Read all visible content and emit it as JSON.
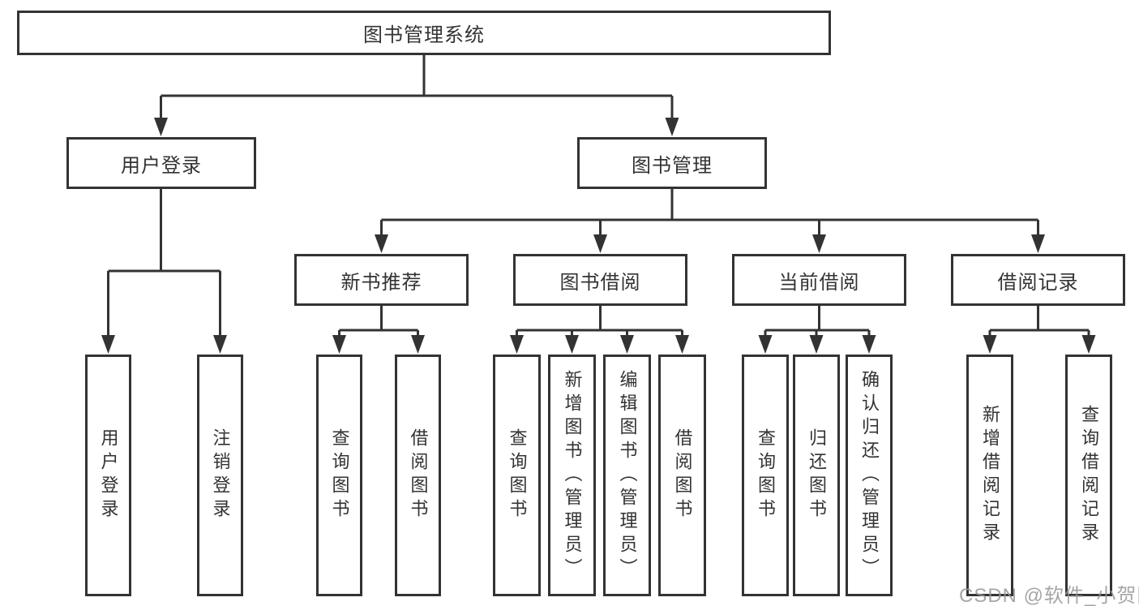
{
  "diagram_title": "图书管理系统",
  "nodes": {
    "root": {
      "label": "图书管理系统"
    },
    "user_login": {
      "label": "用户登录"
    },
    "book_management": {
      "label": "图书管理"
    },
    "new_book_rec": {
      "label": "新书推荐"
    },
    "book_borrow": {
      "label": "图书借阅"
    },
    "current_borrow": {
      "label": "当前借阅"
    },
    "borrow_records": {
      "label": "借阅记录"
    },
    "user_login_leaf": {
      "label": "用户登录"
    },
    "logout_leaf": {
      "label": "注销登录"
    },
    "query_book_rec": {
      "label": "查询图书"
    },
    "borrow_book_rec": {
      "label": "借阅图书"
    },
    "query_book_borrow": {
      "label": "查询图书"
    },
    "add_book_admin": {
      "label": "新增图书（管理员）"
    },
    "edit_book_admin": {
      "label": "编辑图书（管理员）"
    },
    "borrow_book_leaf": {
      "label": "借阅图书"
    },
    "query_book_current": {
      "label": "查询图书"
    },
    "return_book": {
      "label": "归还图书"
    },
    "confirm_return_admin": {
      "label": "确认归还（管理员）"
    },
    "add_borrow_record": {
      "label": "新增借阅记录"
    },
    "query_borrow_record": {
      "label": "查询借阅记录"
    }
  },
  "hierarchy": [
    {
      "from": "root",
      "to": [
        "user_login",
        "book_management"
      ]
    },
    {
      "from": "user_login",
      "to": [
        "user_login_leaf",
        "logout_leaf"
      ]
    },
    {
      "from": "book_management",
      "to": [
        "new_book_rec",
        "book_borrow",
        "current_borrow",
        "borrow_records"
      ]
    },
    {
      "from": "new_book_rec",
      "to": [
        "query_book_rec",
        "borrow_book_rec"
      ]
    },
    {
      "from": "book_borrow",
      "to": [
        "query_book_borrow",
        "add_book_admin",
        "edit_book_admin",
        "borrow_book_leaf"
      ]
    },
    {
      "from": "current_borrow",
      "to": [
        "query_book_current",
        "return_book",
        "confirm_return_admin"
      ]
    },
    {
      "from": "borrow_records",
      "to": [
        "add_borrow_record",
        "query_borrow_record"
      ]
    }
  ],
  "watermark": {
    "text": "CSDN @软件_小贺同学"
  },
  "colors": {
    "line": "#333333",
    "box_border": "#333333",
    "text": "#333333",
    "background": "#ffffff",
    "watermark": "#969696"
  }
}
